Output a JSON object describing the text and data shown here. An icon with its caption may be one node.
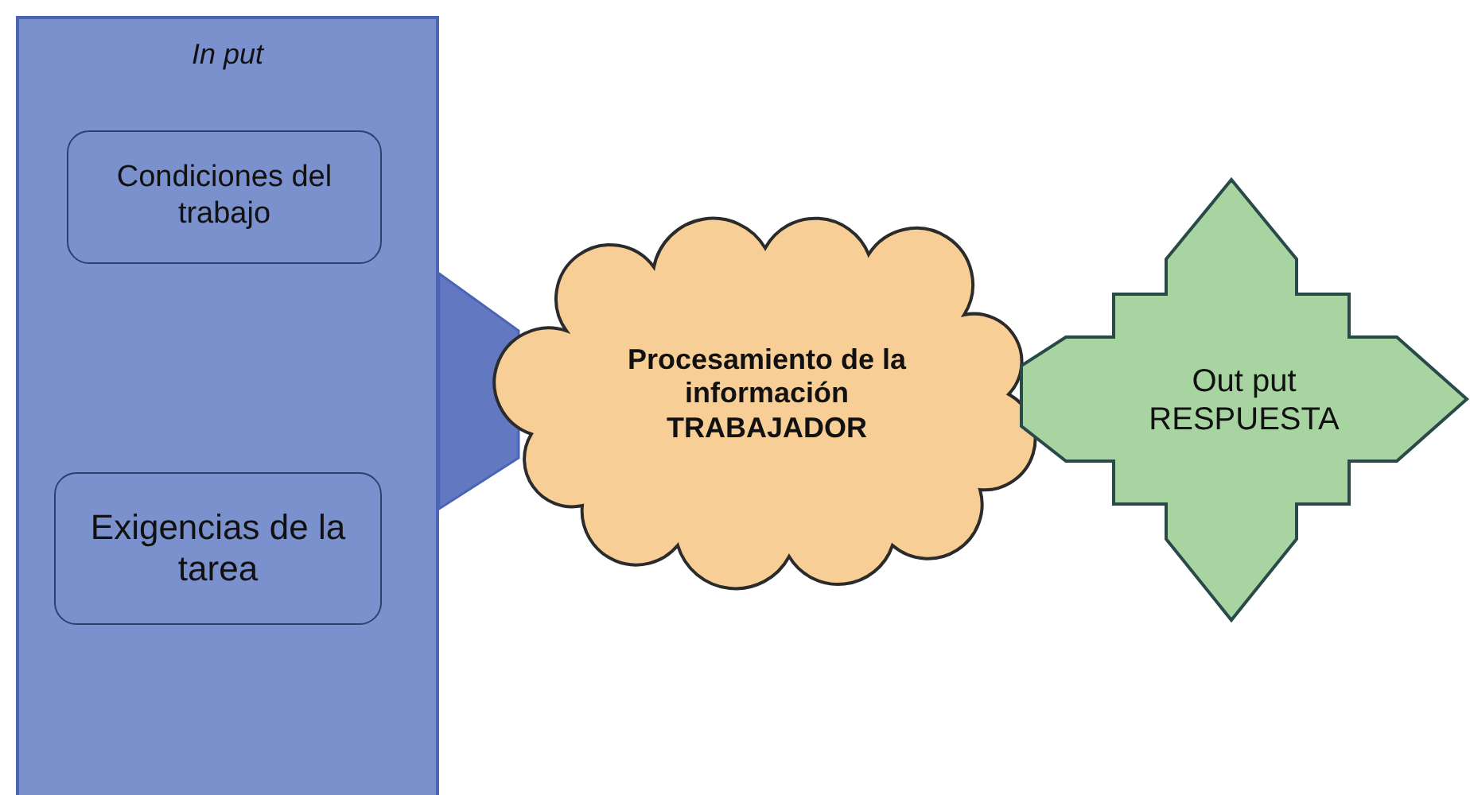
{
  "diagram": {
    "nodes": [
      {
        "text": [
          "In put"
        ]
      },
      {
        "text": [
          "Condiciones del trabajo"
        ],
        "in": 0
      },
      {
        "text": [
          "Exigencias de la tarea"
        ],
        "in": 0
      },
      {
        "text": [
          "Procesamiento de la información TRABAJADOR"
        ]
      },
      {
        "text": [
          "Out put RESPUESTA"
        ]
      }
    ],
    "edges": [
      {
        "from": 0,
        "to": 3,
        "arrow": "none"
      }
    ]
  }
}
